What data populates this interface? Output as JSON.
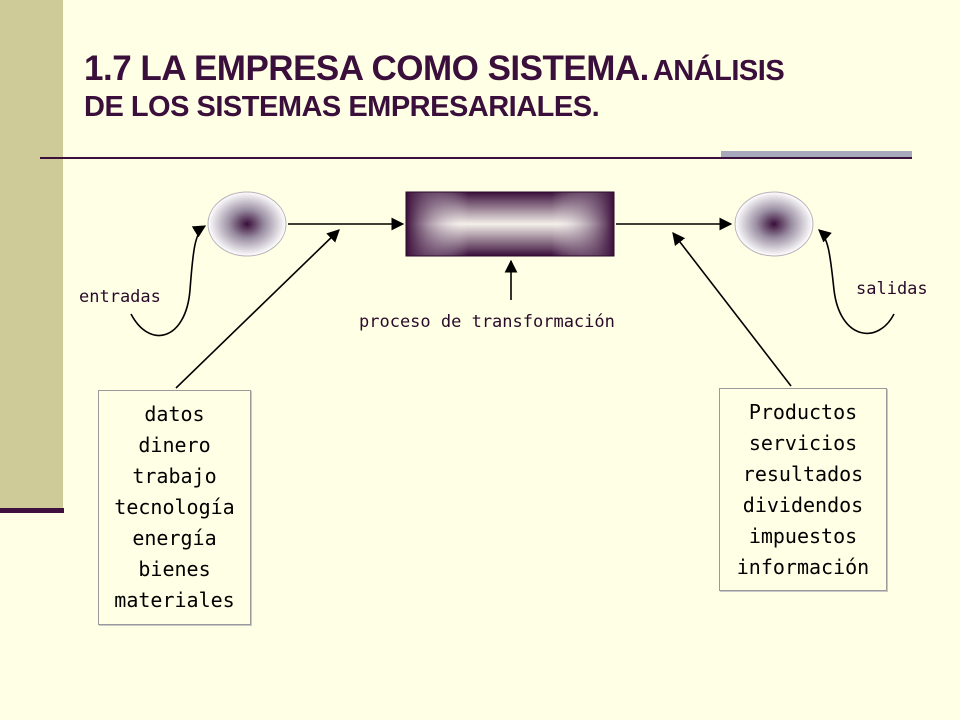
{
  "title": {
    "part1": "1.7 LA EMPRESA COMO SISTEMA.",
    "part2": "ANÁLISIS",
    "line2": "DE LOS SISTEMAS EMPRESARIALES."
  },
  "diagram": {
    "entradas_label": "entradas",
    "salidas_label": "salidas",
    "proceso_label": "proceso de transformación",
    "inputs": [
      "datos",
      "dinero",
      "trabajo",
      "tecnología",
      "energía",
      "bienes",
      "materiales"
    ],
    "outputs": [
      "Productos",
      "servicios",
      "resultados",
      "dividendos",
      "impuestos",
      "información"
    ]
  },
  "colors": {
    "background": "#FFFFE5",
    "sidebar": "#CFCB98",
    "title_text": "#3B0F3B"
  }
}
